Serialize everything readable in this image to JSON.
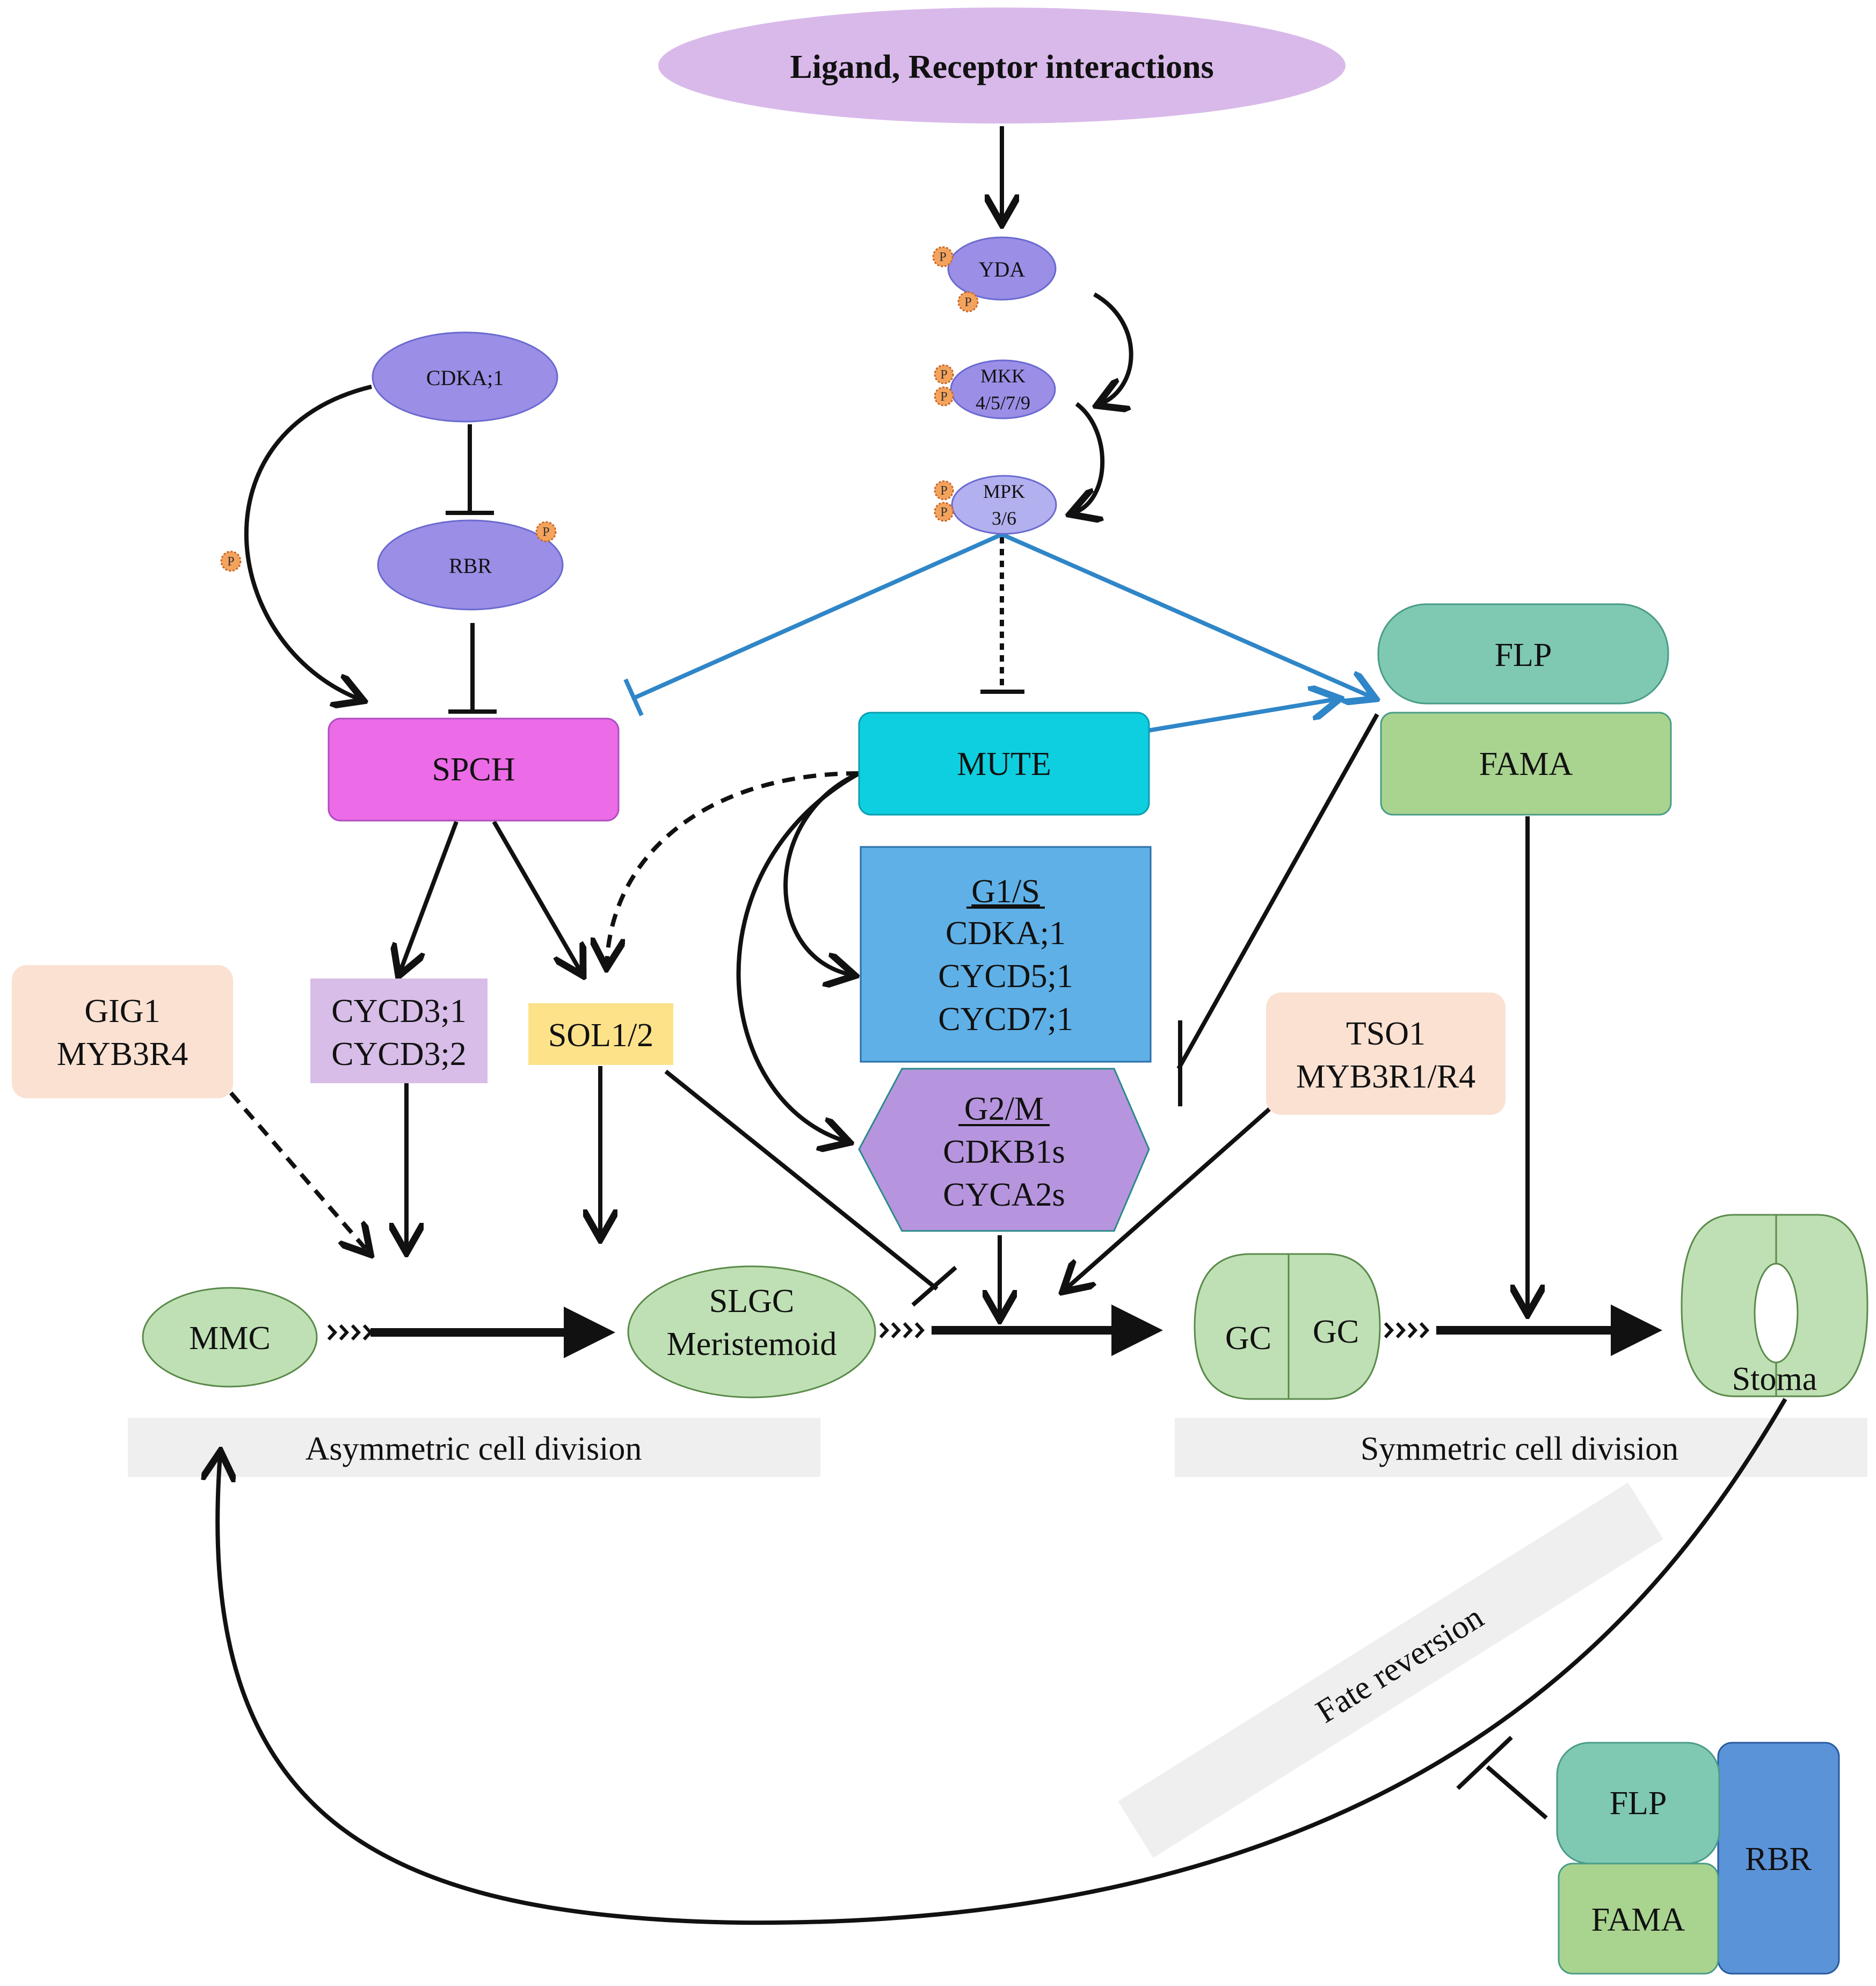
{
  "nodes": {
    "ligand": "Ligand, Receptor interactions",
    "yda": "YDA",
    "mkk_line1": "MKK",
    "mkk_line2": "4/5/7/9",
    "mpk_line1": "MPK",
    "mpk_line2": "3/6",
    "cdka": "CDKA;1",
    "rbr": "RBR",
    "spch": "SPCH",
    "mute": "MUTE",
    "flp": "FLP",
    "fama": "FAMA",
    "g1s_title": "G1/S",
    "g1s_line1": "CDKA;1",
    "g1s_line2": "CYCD5;1",
    "g1s_line3": "CYCD7;1",
    "g2m_title": "G2/M",
    "g2m_line1": "CDKB1s",
    "g2m_line2": "CYCA2s",
    "gig1_line1": "GIG1",
    "gig1_line2": "MYB3R4",
    "cycd3_line1": "CYCD3;1",
    "cycd3_line2": "CYCD3;2",
    "sol": "SOL1/2",
    "tso1_line1": "TSO1",
    "tso1_line2": "MYB3R1/R4",
    "mmc": "MMC",
    "slgc_line1": "SLGC",
    "slgc_line2": "Meristemoid",
    "gc_left": "GC",
    "gc_right": "GC",
    "stoma": "Stoma",
    "flp2": "FLP",
    "fama2": "FAMA",
    "rbr2": "RBR",
    "phospho": "P"
  },
  "bands": {
    "asymmetric": "Asymmetric cell division",
    "symmetric": "Symmetric cell division",
    "fate_reversion": "Fate reversion"
  },
  "colors": {
    "lavender": "#d9b9ea",
    "purple_node": "#9b8ee6",
    "light_purple_node": "#b3b0ef",
    "spch": "#ec6be6",
    "mute": "#0ecfdf",
    "flp": "#7fc8b2",
    "fama": "#a9d48f",
    "g1s": "#5fb0e6",
    "g2m": "#b795de",
    "peach": "#fae1d2",
    "cycd3": "#d7bde8",
    "sol": "#fde28a",
    "cell_green": "#bfe0b4",
    "rbr_blue": "#5b93d8",
    "blue_line": "#2f86c8",
    "band_gray": "#efefef"
  }
}
